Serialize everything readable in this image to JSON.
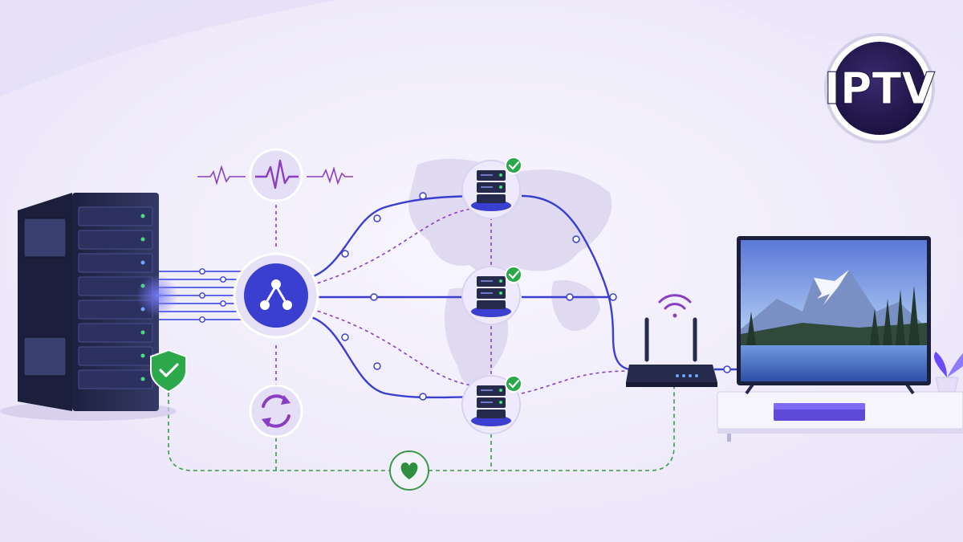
{
  "logo": {
    "text": "IPTV"
  },
  "colors": {
    "background": "#f1eefb",
    "primary_path": "#3b3fd0",
    "backup_path": "#8a3fc2",
    "health_path": "#3a9a4a",
    "check_green": "#2aa84a",
    "heart_green": "#2f8f3f",
    "hardware_dark": "#262a4d",
    "node_ring": "#d9d3f2",
    "accent": "#6a4bff"
  },
  "nodes": [
    {
      "id": "origin-server",
      "icon": "server-rack-icon"
    },
    {
      "id": "security",
      "icon": "shield-check-icon"
    },
    {
      "id": "monitoring",
      "icon": "heartbeat-icon"
    },
    {
      "id": "load-balancer",
      "icon": "network-share-icon"
    },
    {
      "id": "failover",
      "icon": "refresh-sync-icon"
    },
    {
      "id": "edge-server-1",
      "icon": "server-icon",
      "status": "check-icon"
    },
    {
      "id": "edge-server-2",
      "icon": "server-icon",
      "status": "check-icon"
    },
    {
      "id": "edge-server-3",
      "icon": "server-icon",
      "status": "check-icon"
    },
    {
      "id": "health-check",
      "icon": "heart-icon"
    },
    {
      "id": "router",
      "icon": "wifi-router-icon"
    },
    {
      "id": "television",
      "icon": "tv-icon"
    }
  ]
}
